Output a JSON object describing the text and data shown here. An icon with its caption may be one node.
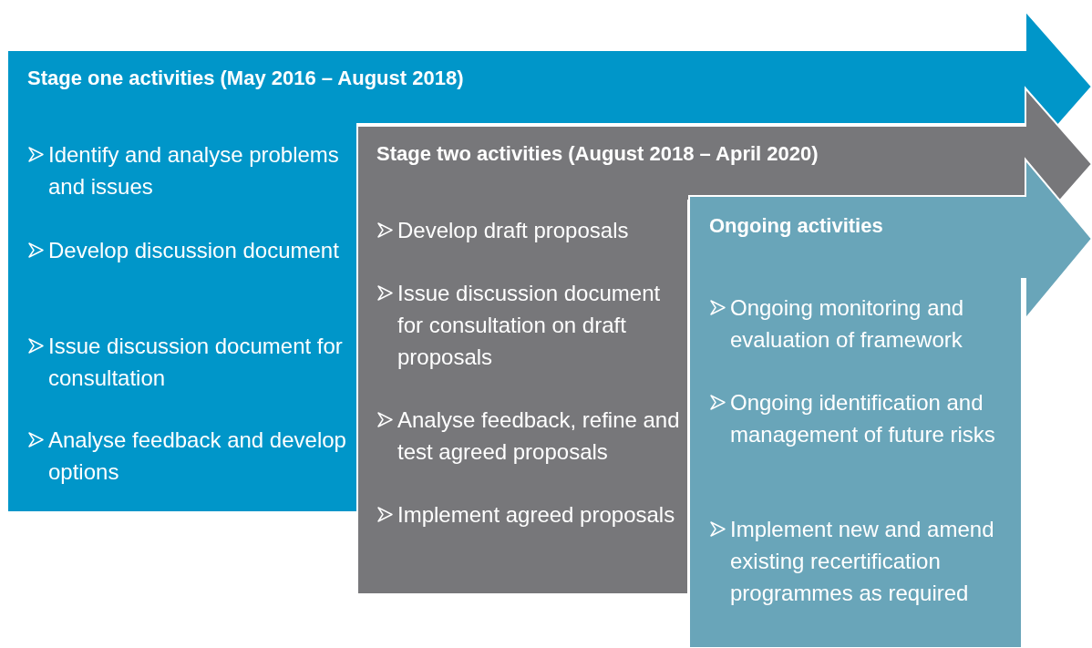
{
  "diagram": {
    "nodes": [
      {
        "text": [
          "Stage one activities (May 2016 – August 2018)",
          "Identify and analyse problems and issues",
          "Develop discussion document",
          "Issue discussion document for consultation",
          "Analyse feedback and develop options"
        ]
      },
      {
        "text": [
          "Stage two activities (August 2018 – April 2020)",
          "Develop draft proposals",
          "Issue discussion document for consultation on draft proposals",
          "Analyse feedback, refine and test agreed proposals",
          "Implement agreed proposals"
        ]
      },
      {
        "text": [
          "Ongoing activities",
          "Ongoing monitoring and evaluation of framework",
          "Ongoing identification and management of future risks",
          "Implement new and amend existing recertification programmes as required"
        ]
      }
    ]
  }
}
